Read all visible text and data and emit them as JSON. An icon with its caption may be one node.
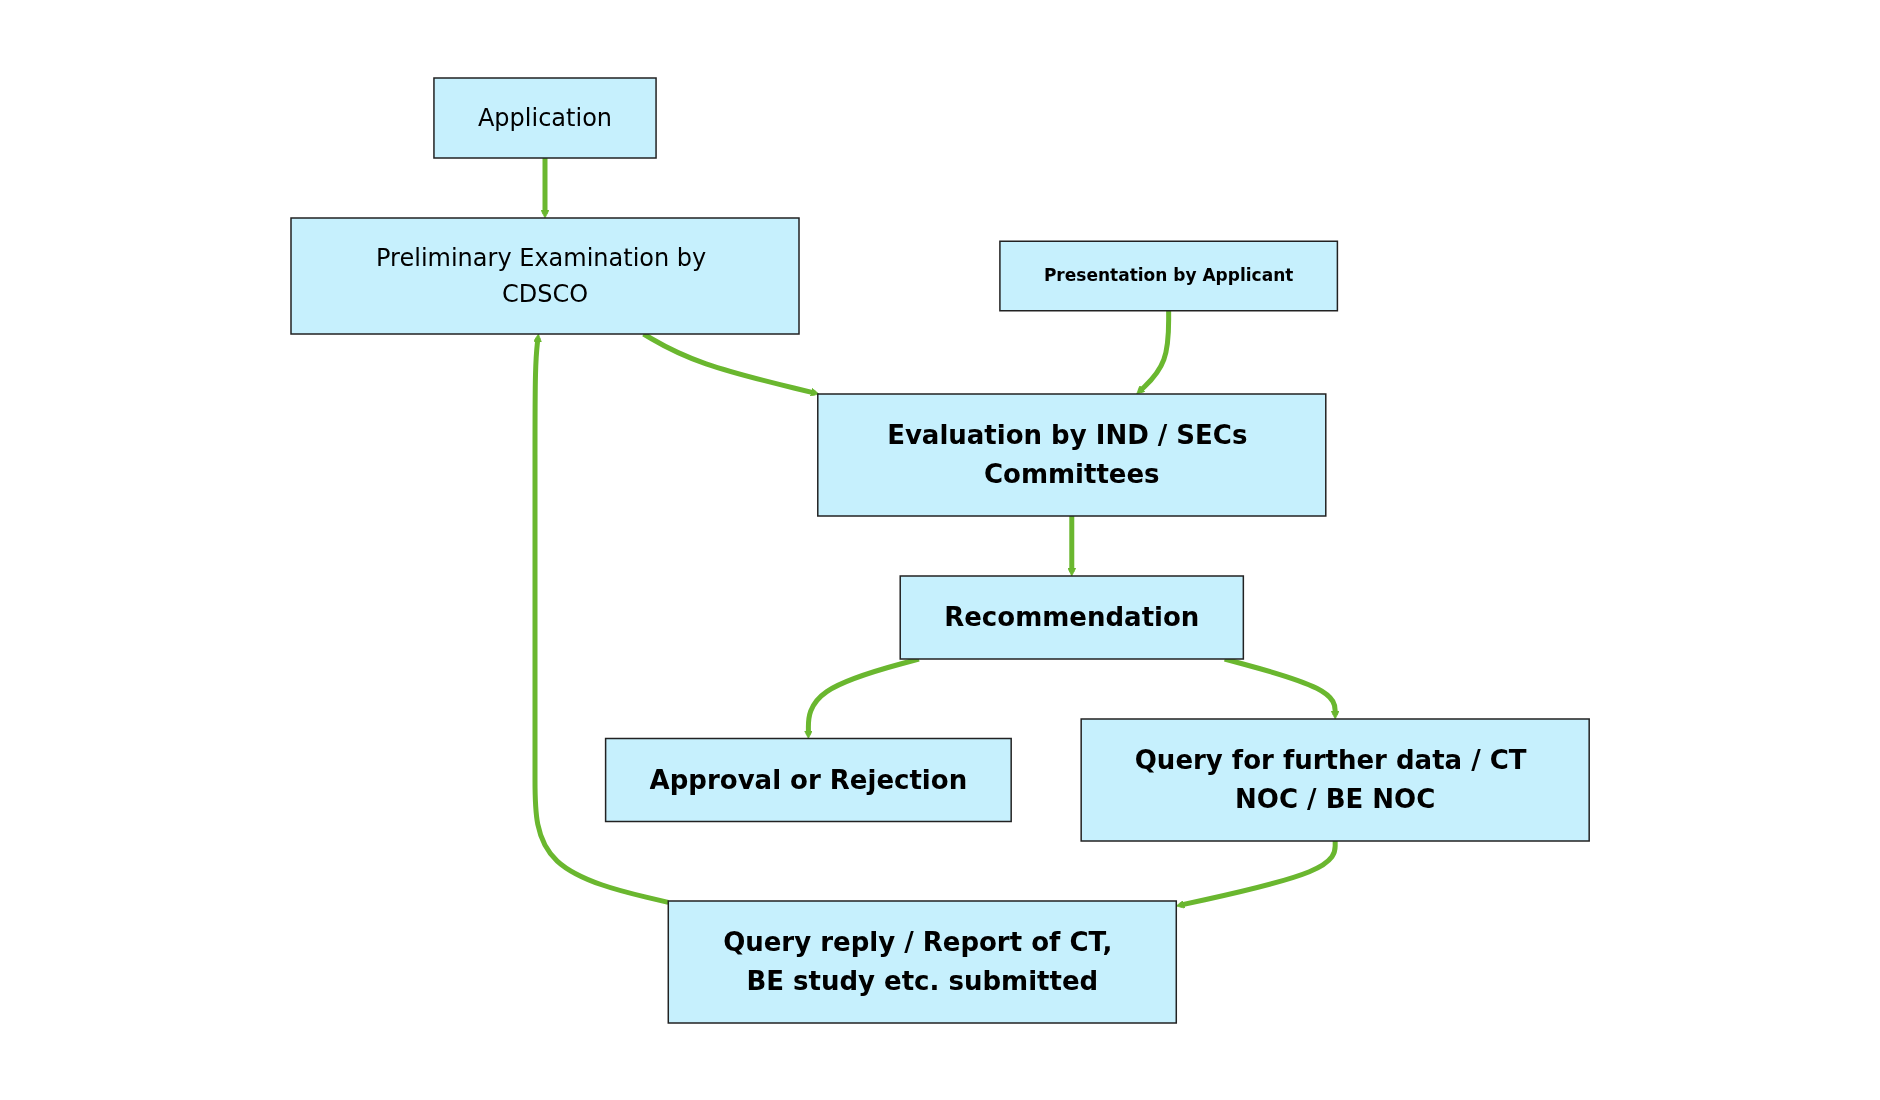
{
  "diagram": {
    "nodes": [
      {
        "text": [
          "Application"
        ]
      },
      {
        "text": [
          "Preliminary Examination by CDSCO"
        ]
      },
      {
        "text": [
          "Query reply / Report of CT, BE study etc. submitted"
        ]
      },
      {
        "text": [
          "Presentation by Applicant"
        ]
      },
      {
        "text": [
          "Evaluation by IND / SECs Committees"
        ]
      },
      {
        "text": [
          "Recommendation"
        ]
      },
      {
        "text": [
          "Query for further data / CT NOC / BE NOC"
        ]
      },
      {
        "text": [
          "Approval or Rejection"
        ]
      }
    ],
    "edges": [
      {
        "from": 0,
        "to": 1,
        "arrow": "to"
      },
      {
        "from": 2,
        "to": 1,
        "arrow": "to"
      },
      {
        "from": 1,
        "to": 4,
        "arrow": "to"
      },
      {
        "from": 3,
        "to": 4,
        "arrow": "to"
      },
      {
        "from": 4,
        "to": 5,
        "arrow": "to"
      },
      {
        "from": 5,
        "to": 6,
        "arrow": "to"
      },
      {
        "from": 6,
        "to": 2,
        "arrow": "to"
      },
      {
        "from": 5,
        "to": 7,
        "arrow": "to"
      }
    ]
  }
}
